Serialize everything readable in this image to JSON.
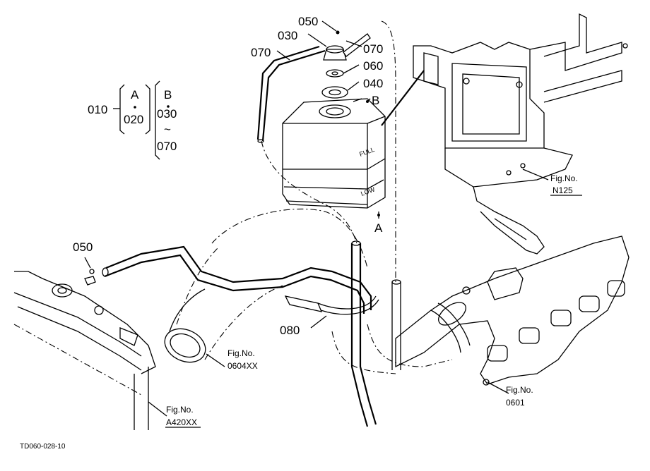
{
  "diagram": {
    "callouts": {
      "p050_top": "050",
      "p030": "030",
      "p070_right": "070",
      "p070_left": "070",
      "p060": "060",
      "p040": "040",
      "ref_b_tank": "B",
      "ref_a_tank": "A",
      "p050_left": "050",
      "p080": "080"
    },
    "legend": {
      "p010": "010",
      "group_a": "A",
      "p020": "020",
      "group_b": "B",
      "p030": "030",
      "tilde": "~",
      "p070": "070"
    },
    "tank_marks": {
      "full": "FULL",
      "low": "LOW"
    },
    "figure_refs": {
      "n125": {
        "caption": "Fig.No.",
        "code": "N125"
      },
      "f0604": {
        "caption": "Fig.No.",
        "code": "0604XX"
      },
      "f0601": {
        "caption": "Fig.No.",
        "code": "0601"
      },
      "a420": {
        "caption": "Fig.No.",
        "code": "A420XX"
      }
    },
    "drawing_id": "TD060-028-10"
  }
}
